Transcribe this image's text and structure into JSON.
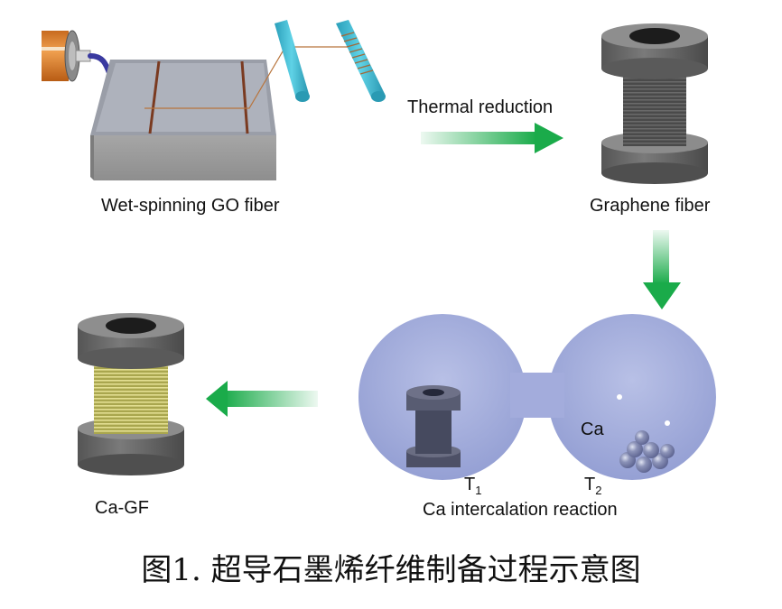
{
  "figure": {
    "caption": "图1. 超导石墨烯纤维制备过程示意图",
    "steps": [
      {
        "id": "wet-spinning",
        "label": "Wet-spinning GO fiber"
      },
      {
        "id": "graphene-fiber",
        "label": "Graphene fiber"
      },
      {
        "id": "intercalation",
        "label": "Ca intercalation reaction"
      },
      {
        "id": "ca-gf",
        "label": "Ca-GF"
      }
    ],
    "arrows": [
      {
        "from": "wet-spinning",
        "to": "graphene-fiber",
        "label": "Thermal reduction",
        "direction": "right"
      },
      {
        "from": "graphene-fiber",
        "to": "intercalation",
        "label": "",
        "direction": "down"
      },
      {
        "from": "intercalation",
        "to": "ca-gf",
        "label": "",
        "direction": "left"
      }
    ],
    "reactor": {
      "element_label": "Ca",
      "temp_left": {
        "base": "T",
        "sub": "1"
      },
      "temp_right": {
        "base": "T",
        "sub": "2"
      }
    },
    "colors": {
      "arrow_green": "#1aab4a",
      "spool_gray": "#6b6b6b",
      "fiber_graphene": "#4a4a4a",
      "fiber_ca": "#c9c46a",
      "reactor_glass": "#a9b3de",
      "roller_cyan": "#35b7d0",
      "syringe_orange": "#e08a33",
      "tube_blue": "#3a3aa0"
    }
  }
}
